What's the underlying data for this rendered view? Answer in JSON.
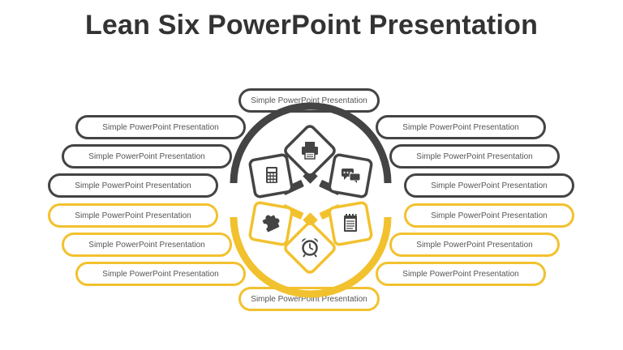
{
  "title": "Lean Six PowerPoint Presentation",
  "colors": {
    "dark": "#444444",
    "gold": "#F2C12E",
    "text": "#555555"
  },
  "labels": {
    "top": "Simple PowerPoint Presentation",
    "left": [
      {
        "text": "Simple PowerPoint Presentation",
        "tone": "dark"
      },
      {
        "text": "Simple PowerPoint Presentation",
        "tone": "dark"
      },
      {
        "text": "Simple PowerPoint Presentation",
        "tone": "dark"
      },
      {
        "text": "Simple PowerPoint Presentation",
        "tone": "gold"
      },
      {
        "text": "Simple PowerPoint Presentation",
        "tone": "gold"
      },
      {
        "text": "Simple PowerPoint Presentation",
        "tone": "gold"
      }
    ],
    "right": [
      {
        "text": "Simple PowerPoint Presentation",
        "tone": "dark"
      },
      {
        "text": "Simple PowerPoint Presentation",
        "tone": "dark"
      },
      {
        "text": "Simple PowerPoint Presentation",
        "tone": "dark"
      },
      {
        "text": "Simple PowerPoint Presentation",
        "tone": "gold"
      },
      {
        "text": "Simple PowerPoint Presentation",
        "tone": "gold"
      },
      {
        "text": "Simple PowerPoint Presentation",
        "tone": "gold"
      }
    ],
    "bottom": "Simple PowerPoint Presentation"
  },
  "icons": [
    "printer-icon",
    "calculator-icon",
    "chat-icon",
    "puzzle-icon",
    "notepad-icon",
    "alarm-clock-icon"
  ]
}
